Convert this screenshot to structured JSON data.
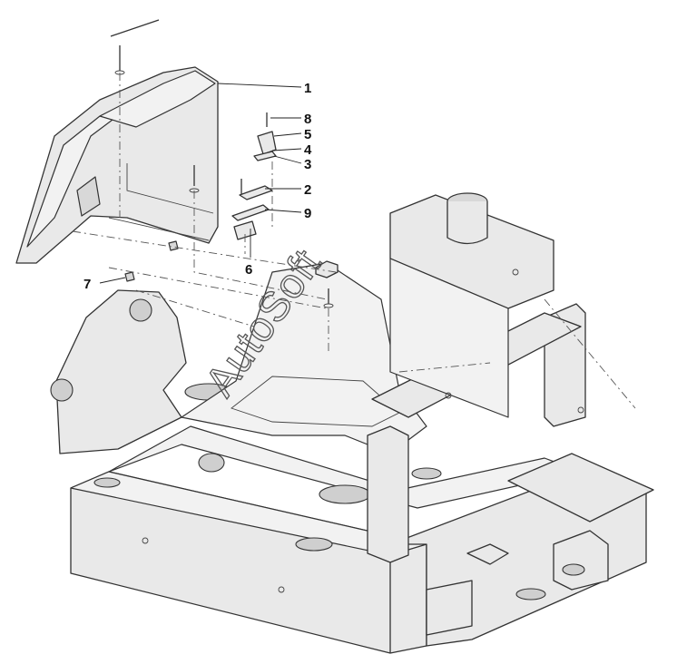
{
  "callouts": [
    {
      "id": "1",
      "label": "1"
    },
    {
      "id": "8",
      "label": "8"
    },
    {
      "id": "5",
      "label": "5"
    },
    {
      "id": "4",
      "label": "4"
    },
    {
      "id": "3",
      "label": "3"
    },
    {
      "id": "2",
      "label": "2"
    },
    {
      "id": "9",
      "label": "9"
    },
    {
      "id": "6",
      "label": "6"
    },
    {
      "id": "7",
      "label": "7"
    }
  ],
  "watermark": "AutoSoft",
  "colors": {
    "line": "#333333",
    "fill": "#e9e9e9",
    "background": "#ffffff"
  }
}
